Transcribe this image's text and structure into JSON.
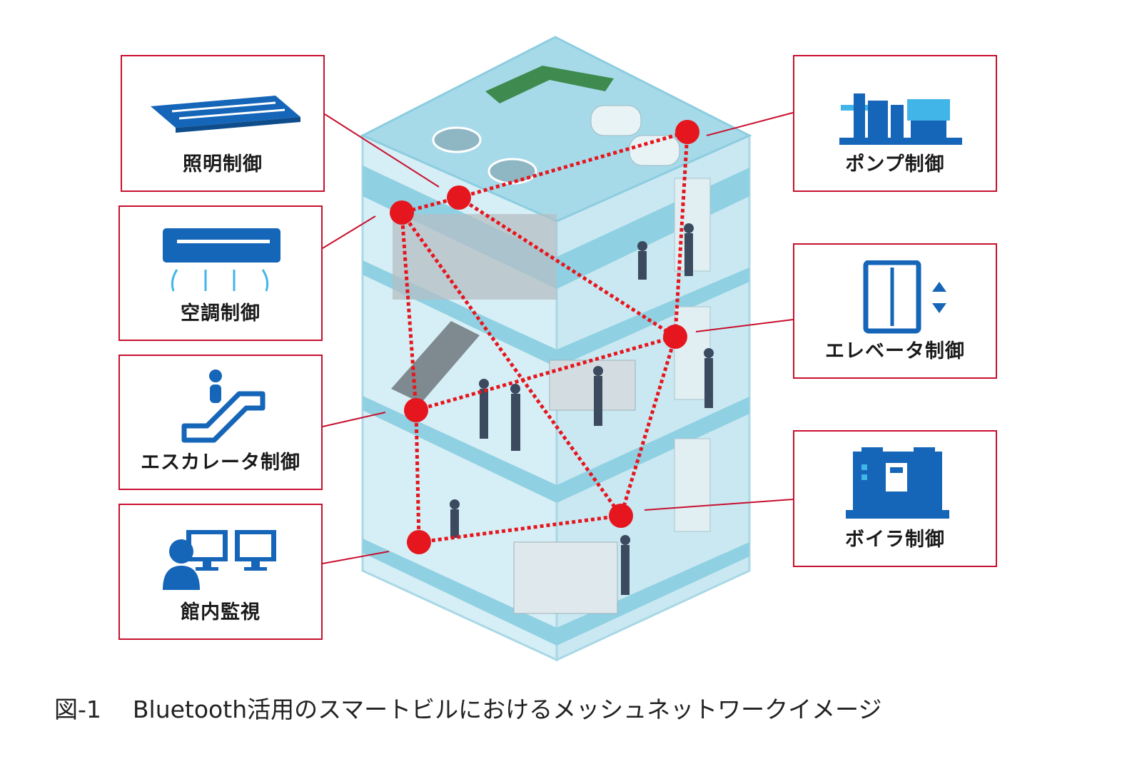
{
  "colors": {
    "accent_red": "#c8102e",
    "node_red": "#e5161e",
    "icon_blue": "#1565b8",
    "icon_light_blue": "#42b5e8",
    "building_glass": "#bfe3ee",
    "building_floor": "#8fd0e2"
  },
  "devices_left": [
    {
      "label": "照明制御",
      "icon": "ceiling-light-icon"
    },
    {
      "label": "空調制御",
      "icon": "air-conditioner-icon"
    },
    {
      "label": "エスカレータ制御",
      "icon": "escalator-icon"
    },
    {
      "label": "館内監視",
      "icon": "monitoring-icon"
    }
  ],
  "devices_right": [
    {
      "label": "ポンプ制御",
      "icon": "pump-icon"
    },
    {
      "label": "エレベータ制御",
      "icon": "elevator-icon"
    },
    {
      "label": "ボイラ制御",
      "icon": "boiler-icon"
    }
  ],
  "caption": {
    "figure": "図-1",
    "text": "Bluetooth活用のスマートビルにおけるメッシュネットワークイメージ"
  }
}
